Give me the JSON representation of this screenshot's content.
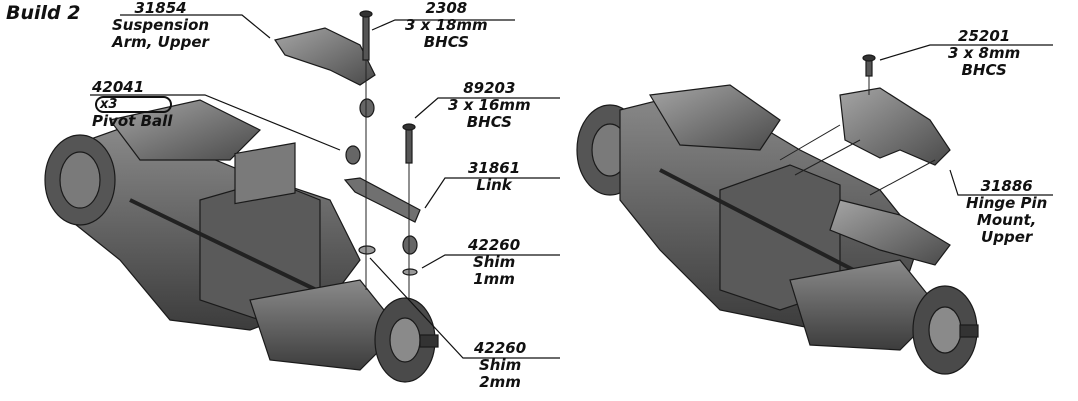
{
  "title": "Build 2",
  "colors": {
    "part_dark": "#4a4a4a",
    "part_mid": "#6e6e6e",
    "part_light": "#9a9a9a",
    "line": "#111111"
  },
  "callouts": [
    {
      "id": "31854",
      "part_no": "31854",
      "lines": [
        "Suspension",
        "Arm, Upper"
      ]
    },
    {
      "id": "2308",
      "part_no": "2308",
      "lines": [
        "3 x 18mm",
        "BHCS"
      ]
    },
    {
      "id": "42041",
      "part_no": "42041",
      "qty": "x3",
      "lines": [
        "Pivot Ball"
      ]
    },
    {
      "id": "89203",
      "part_no": "89203",
      "lines": [
        "3 x 16mm",
        "BHCS"
      ]
    },
    {
      "id": "31861",
      "part_no": "31861",
      "lines": [
        "Link"
      ]
    },
    {
      "id": "42260a",
      "part_no": "42260",
      "lines": [
        "Shim",
        "1mm"
      ]
    },
    {
      "id": "42260b",
      "part_no": "42260",
      "lines": [
        "Shim",
        "2mm"
      ]
    },
    {
      "id": "25201",
      "part_no": "25201",
      "lines": [
        "3 x 8mm",
        "BHCS"
      ]
    },
    {
      "id": "31886",
      "part_no": "31886",
      "lines": [
        "Hinge Pin",
        "Mount,",
        "Upper"
      ]
    }
  ]
}
